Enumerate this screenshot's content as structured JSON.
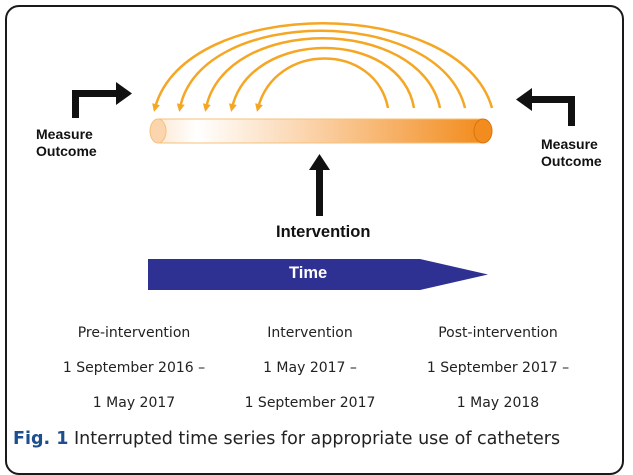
{
  "diagram": {
    "left_label": [
      "Measure",
      "Outcome"
    ],
    "right_label": [
      "Measure",
      "Outcome"
    ],
    "intervention_label": "Intervention",
    "time_label": "Time",
    "colors": {
      "arrows": "#f5a623",
      "tube": "#f28c1e",
      "time_arrow": "#2e3192"
    }
  },
  "periods": [
    {
      "name": "Pre-intervention",
      "start": "1 September 2016 –",
      "end": "1 May 2017"
    },
    {
      "name": "Intervention",
      "start": "1 May 2017 –",
      "end": "1 September 2017"
    },
    {
      "name": "Post-intervention",
      "start": "1 September 2017 –",
      "end": "1 May 2018"
    }
  ],
  "caption": {
    "figure": "Fig. 1",
    "text": " Interrupted time series for appropriate use of catheters"
  }
}
